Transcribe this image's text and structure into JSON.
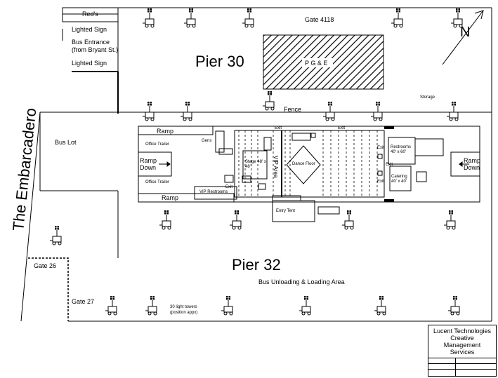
{
  "labels": {
    "reds": "Red's",
    "lighted_sign_top": "Lighted Sign",
    "bus_entrance": "Bus Entrance",
    "from_bryant": "(from Bryant St.)",
    "lighted_sign_bottom": "Lighted Sign",
    "gate_4118": "Gate 4118",
    "pier_30": "Pier 30",
    "pge": "P G & E",
    "north": "N",
    "storage": "Storage",
    "fence": "Fence",
    "embarcadero": "The Embarcadero",
    "bus_lot": "Bus Lot",
    "ramp_upper": "Ramp",
    "office_trailer_top": "Office Trailer",
    "ramp_down_left": "Ramp Down",
    "office_trailer_bottom": "Office Trailer",
    "ramp_lower": "Ramp",
    "gens": "Gens",
    "vip_restrooms": "VIP Restrooms",
    "stage": "Stage 48' x 48'",
    "vip_area": "VIP Area",
    "dance_floor": "Dance Floor",
    "exit": "Exit",
    "restrooms": "Restrooms 40' x 60'",
    "catering": "Catering 40' x 40'",
    "ramp_down_right": "Ramp Down",
    "entry_tent": "Entry Tent",
    "gate_26": "Gate 26",
    "pier_32": "Pier 32",
    "bus_area": "Bus Unloading & Loading Area",
    "gate_27": "Gate 27",
    "light_towers_1": "30 light towers",
    "light_towers_2": "(position appx)"
  },
  "title_block": {
    "line1": "Lucent Technologies",
    "line2": "Creative",
    "line3": "Management",
    "line4": "Services"
  },
  "colors": {
    "ink": "#000000",
    "paper": "#ffffff"
  }
}
